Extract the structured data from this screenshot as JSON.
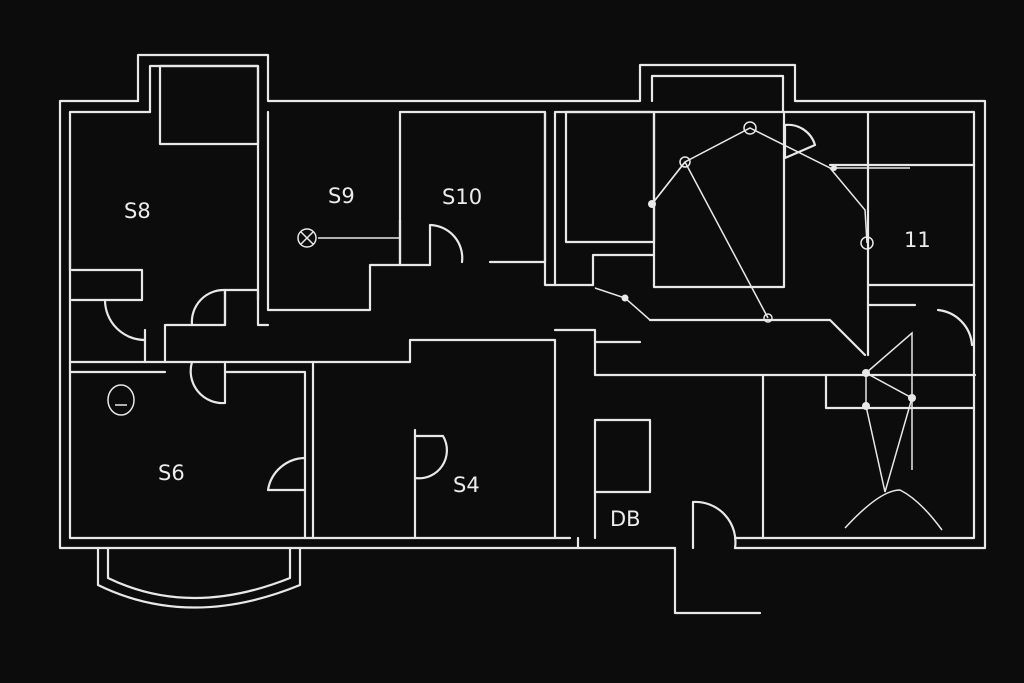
{
  "rooms": [
    {
      "id": "s8",
      "label": "S8"
    },
    {
      "id": "s9",
      "label": "S9"
    },
    {
      "id": "s10",
      "label": "S10"
    },
    {
      "id": "room11",
      "label": "11"
    },
    {
      "id": "s6",
      "label": "S6"
    },
    {
      "id": "s4",
      "label": "S4"
    },
    {
      "id": "db",
      "label": "DB"
    }
  ],
  "colors": {
    "background": "#0c0c0c",
    "lines": "#e8e8e8"
  }
}
